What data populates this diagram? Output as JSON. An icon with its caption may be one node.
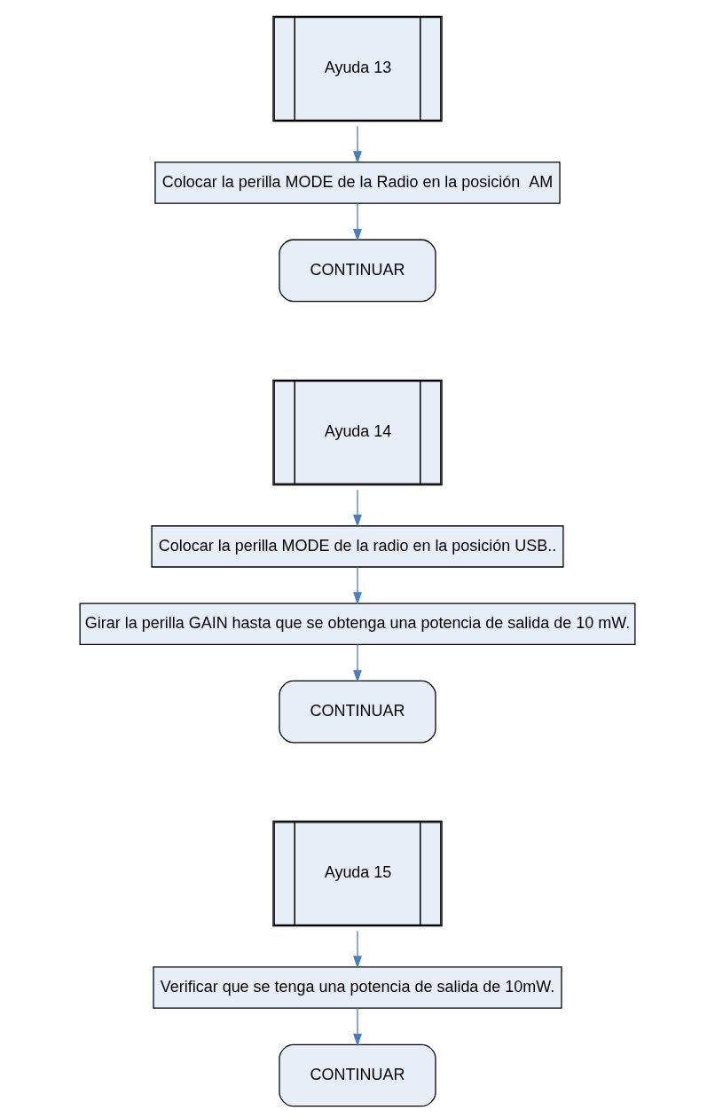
{
  "diagram": {
    "nodes": [
      {
        "text": [
          "Ayuda 13"
        ]
      },
      {
        "text": [
          "Colocar la perilla MODE de la Radio en la posición  AM"
        ]
      },
      {
        "text": [
          "CONTINUAR"
        ]
      },
      {
        "text": [
          "Ayuda 14"
        ]
      },
      {
        "text": [
          "Colocar la perilla MODE de la radio en la posición USB.."
        ]
      },
      {
        "text": [
          "Girar la perilla GAIN hasta que se obtenga una potencia de salida de 10 mW."
        ]
      },
      {
        "text": [
          "CONTINUAR"
        ]
      },
      {
        "text": [
          "Ayuda 15"
        ]
      },
      {
        "text": [
          "Verificar que se tenga una potencia de salida de 10mW."
        ]
      },
      {
        "text": [
          "CONTINUAR"
        ]
      }
    ],
    "edges": [
      {
        "from": 0,
        "to": 1,
        "arrow": "to"
      },
      {
        "from": 1,
        "to": 2,
        "arrow": "to"
      },
      {
        "from": 3,
        "to": 4,
        "arrow": "to"
      },
      {
        "from": 4,
        "to": 5,
        "arrow": "to"
      },
      {
        "from": 5,
        "to": 6,
        "arrow": "to"
      },
      {
        "from": 7,
        "to": 8,
        "arrow": "to"
      },
      {
        "from": 8,
        "to": 9,
        "arrow": "to"
      }
    ]
  }
}
